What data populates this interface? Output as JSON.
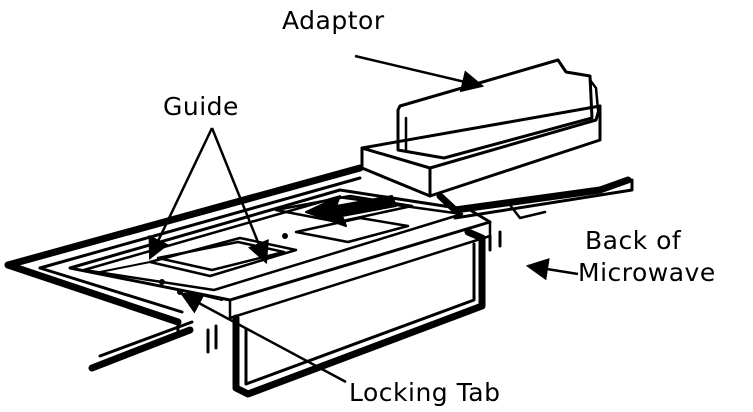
{
  "labels": {
    "adaptor": "Adaptor",
    "guide": "Guide",
    "back_line1": "Back of",
    "back_line2": "Microwave",
    "locking_tab": "Locking Tab"
  },
  "colors": {
    "ink": "#000000",
    "paper": "#ffffff"
  }
}
